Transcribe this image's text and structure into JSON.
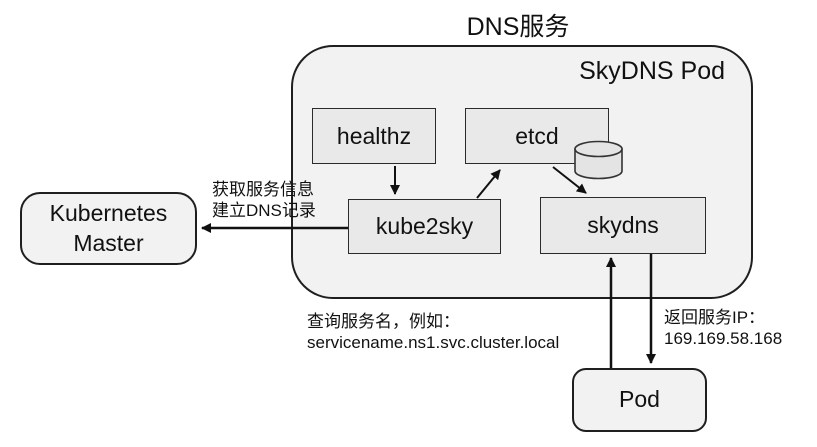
{
  "title": "DNS服务",
  "container": {
    "label": "SkyDNS Pod"
  },
  "nodes": {
    "healthz": {
      "label": "healthz"
    },
    "etcd": {
      "label": "etcd"
    },
    "kube2sky": {
      "label": "kube2sky"
    },
    "skydns": {
      "label": "skydns"
    },
    "master": {
      "line1": "Kubernetes",
      "line2": "Master"
    },
    "pod": {
      "label": "Pod"
    }
  },
  "annotations": {
    "fetch": {
      "line1": "获取服务信息",
      "line2": "建立DNS记录"
    },
    "query": {
      "line1": "查询服务名，例如：",
      "line2": "servicename.ns1.svc.cluster.local"
    },
    "reply": {
      "line1": "返回服务IP：",
      "line2": "169.169.58.168"
    }
  },
  "edges": [
    {
      "from": "healthz",
      "to": "kube2sky",
      "label": ""
    },
    {
      "from": "kube2sky",
      "to": "etcd",
      "label": ""
    },
    {
      "from": "etcd",
      "to": "skydns",
      "label": ""
    },
    {
      "from": "kube2sky",
      "to": "master",
      "label": "获取服务信息 建立DNS记录"
    },
    {
      "from": "pod",
      "to": "skydns",
      "label": "查询服务名，例如：servicename.ns1.svc.cluster.local"
    },
    {
      "from": "skydns",
      "to": "pod",
      "label": "返回服务IP：169.169.58.168"
    }
  ],
  "icons": {
    "etcd_storage": "database-cylinder-icon"
  },
  "colors": {
    "background": "#ffffff",
    "container_fill": "#f2f2f2",
    "node_fill": "#e9e9e9",
    "cylinder_fill": "#e4e4e4",
    "stroke": "#1f1f1f",
    "text": "#111111"
  }
}
